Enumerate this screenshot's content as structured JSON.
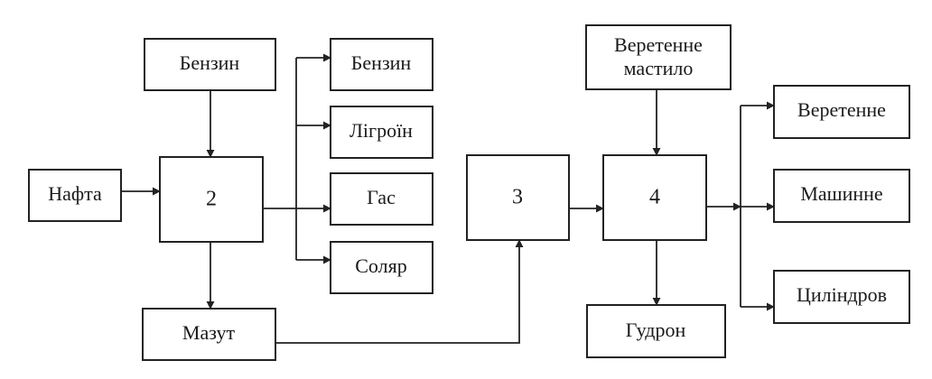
{
  "nodes": {
    "benzin_in": "Бензин",
    "nafta": "Нафта",
    "unit2": "2",
    "mazut": "Мазут",
    "benzin_out": "Бензин",
    "ligroin": "Лігроїн",
    "gas": "Гас",
    "solar": "Соляр",
    "unit3": "3",
    "spindle_oil_line1": "Веретенне",
    "spindle_oil_line2": "мастило",
    "unit4": "4",
    "gudron": "Гудрон",
    "veretenne": "Веретенне",
    "mashynne": "Машинне",
    "tsylindrov": "Циліндров"
  },
  "colors": {
    "stroke": "#222222",
    "text": "#1a1a1a",
    "background": "#ffffff"
  }
}
